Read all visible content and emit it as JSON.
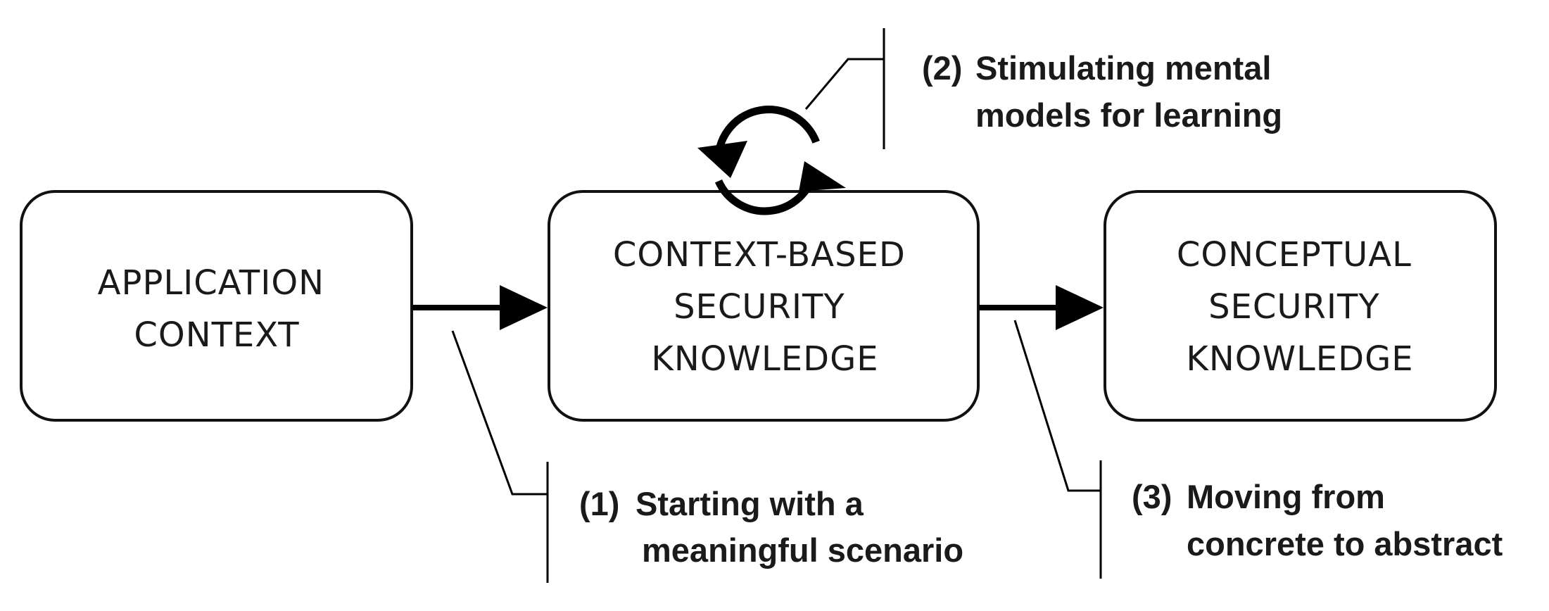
{
  "boxes": [
    {
      "id": "application-context",
      "lines": [
        "APPLICATION",
        "CONTEXT"
      ]
    },
    {
      "id": "context-based-security-knowledge",
      "lines": [
        "CONTEXT-BASED",
        "SECURITY",
        "KNOWLEDGE"
      ]
    },
    {
      "id": "conceptual-security-knowledge",
      "lines": [
        "CONCEPTUAL",
        "SECURITY",
        "KNOWLEDGE"
      ]
    }
  ],
  "callouts": {
    "one": {
      "number": "(1)",
      "line1": "Starting with a",
      "line2": "meaningful scenario"
    },
    "two": {
      "number": "(2)",
      "line1": "Stimulating mental",
      "line2": "models for learning"
    },
    "three": {
      "number": "(3)",
      "line1": "Moving from",
      "line2": "concrete to abstract"
    }
  }
}
